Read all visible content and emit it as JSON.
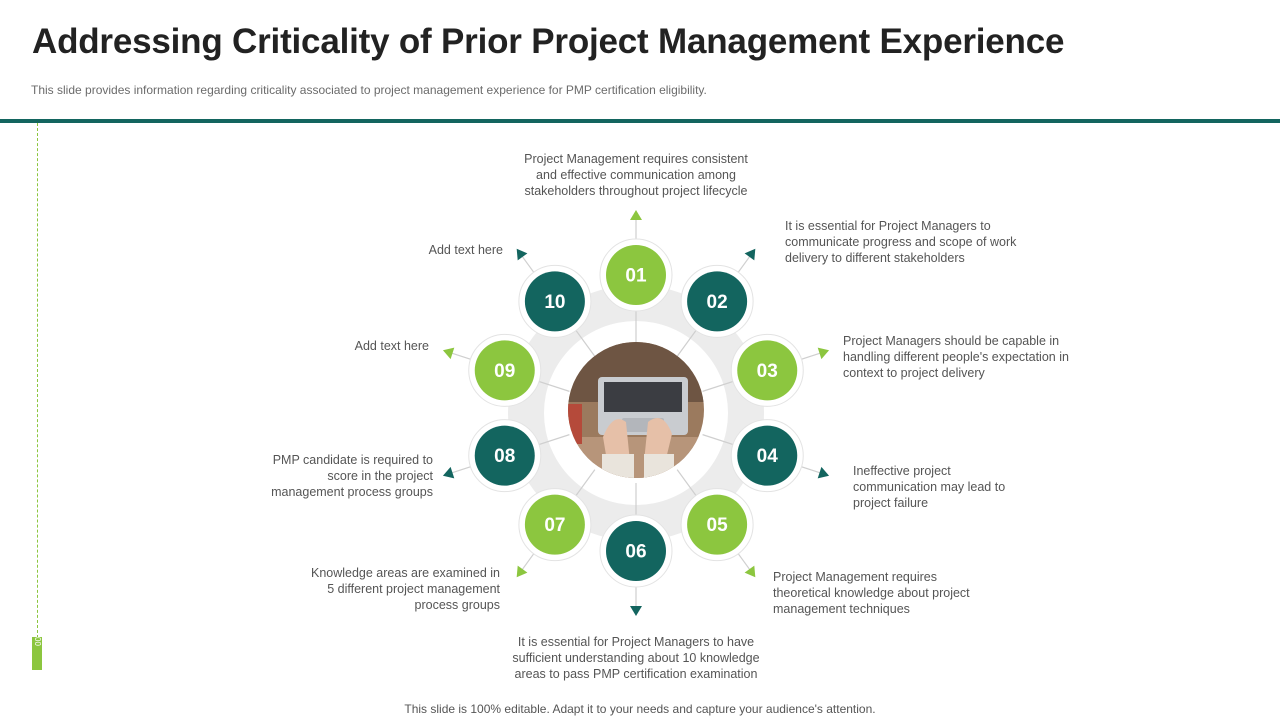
{
  "header": {
    "title": "Addressing Criticality of Prior Project Management Experience",
    "subtitle": "This slide provides information regarding criticality associated to project management experience for PMP certification eligibility."
  },
  "colors": {
    "dark": "#13655f",
    "green": "#8cc63f",
    "ring": "#ececec"
  },
  "steps": [
    {
      "number": "01",
      "color": "green",
      "text": "Project Management requires consistent and effective communication among stakeholders throughout project lifecycle"
    },
    {
      "number": "02",
      "color": "dark",
      "text": "It is essential for Project Managers to communicate progress and scope of work delivery to different  stakeholders"
    },
    {
      "number": "03",
      "color": "green",
      "text": "Project Managers should be capable in handling different people's expectation in context to project delivery"
    },
    {
      "number": "04",
      "color": "dark",
      "text": "Ineffective  project communication may lead to project failure"
    },
    {
      "number": "05",
      "color": "green",
      "text": "Project Management  requires theoretical knowledge about project management  techniques"
    },
    {
      "number": "06",
      "color": "dark",
      "text": "It is essential for Project Managers to have sufficient understanding about 10 knowledge areas to pass PMP certification examination"
    },
    {
      "number": "07",
      "color": "green",
      "text": "Knowledge areas are examined in 5 different  project management process groups"
    },
    {
      "number": "08",
      "color": "dark",
      "text": "PMP candidate is required to score in the project management  process groups"
    },
    {
      "number": "09",
      "color": "green",
      "text": "Add text here"
    },
    {
      "number": "10",
      "color": "dark",
      "text": "Add text here"
    }
  ],
  "page_indicator": "00",
  "footer": "This slide is 100% editable. Adapt it to your needs and capture your audience's attention."
}
